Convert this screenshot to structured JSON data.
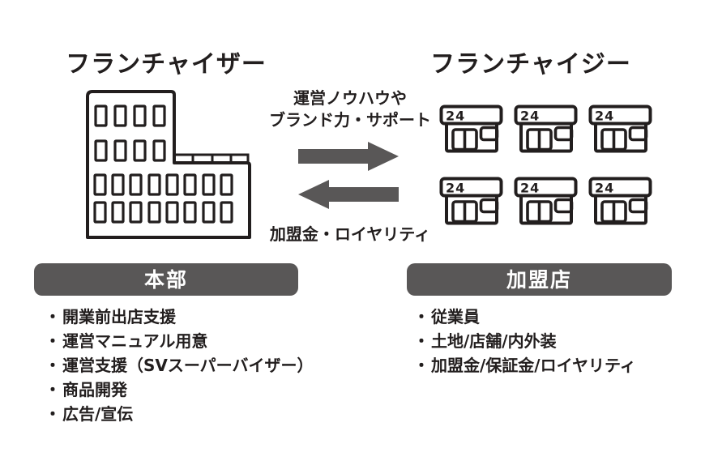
{
  "diagram": {
    "franchisor": {
      "title": "フランチャイザー",
      "heading": "本部",
      "items": [
        "開業前出店支援",
        "運営マニュアル用意",
        "運営支援（SVスーパーバイザー）",
        "商品開発",
        "広告/宣伝"
      ]
    },
    "franchisee": {
      "title": "フランチャイジー",
      "heading": "加盟店",
      "items": [
        "従業員",
        "土地/店舗/内外装",
        "加盟金/保証金/ロイヤリティ"
      ]
    },
    "flows": {
      "to_franchisee_line1": "運営ノウハウや",
      "to_franchisee_line2": "ブランド力・サポート",
      "to_franchisor": "加盟金・ロイヤリティ"
    },
    "store_sign": "24",
    "store_count": 6,
    "bullet": "・",
    "colors": {
      "ink": "#221e1e",
      "accent_gray": "#595757",
      "background": "#ffffff"
    }
  }
}
